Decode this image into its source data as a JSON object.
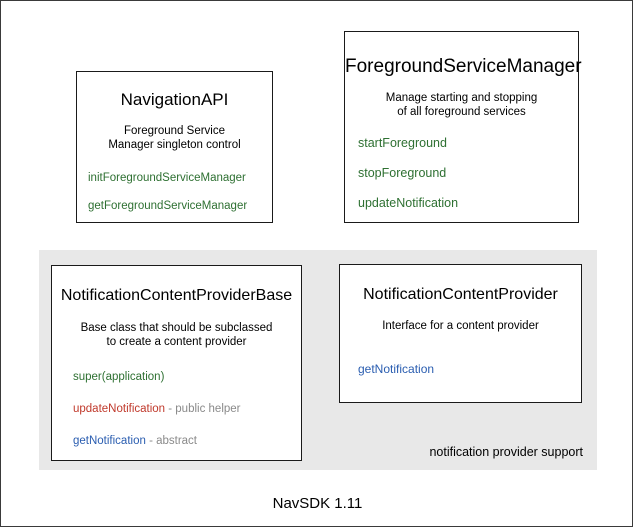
{
  "diagram": {
    "footer_caption": "NavSDK 1.11",
    "colors": {
      "background": "#ffffff",
      "panel_background": "#E8E8E8",
      "box_border": "#1a1a1a",
      "method_green": "#2E7032",
      "method_red": "#C0392B",
      "method_blue": "#2A5DB0",
      "method_note_gray": "#8A8A8A"
    },
    "boxes": {
      "navigation_api": {
        "title": "NavigationAPI",
        "description_line1": "Foreground Service",
        "description_line2": "Manager singleton control",
        "methods": [
          {
            "name": "initForegroundServiceManager",
            "note": ""
          },
          {
            "name": "getForegroundServiceManager",
            "note": ""
          }
        ]
      },
      "foreground_service_manager": {
        "title": "ForegroundServiceManager",
        "description_line1": "Manage starting and stopping",
        "description_line2": "of all foreground services",
        "methods": [
          {
            "name": "startForeground",
            "note": ""
          },
          {
            "name": "stopForeground",
            "note": ""
          },
          {
            "name": "updateNotification",
            "note": ""
          }
        ]
      },
      "notification_content_provider_base": {
        "title": "NotificationContentProviderBase",
        "description_line1": "Base class that should be subclassed",
        "description_line2": "to create a content provider",
        "methods": [
          {
            "name": "super(application)",
            "note": ""
          },
          {
            "name": "updateNotification",
            "note": " - public helper"
          },
          {
            "name": "getNotification",
            "note": " - abstract"
          }
        ]
      },
      "notification_content_provider": {
        "title": "NotificationContentProvider",
        "description_line1": "Interface for a content provider",
        "description_line2": "",
        "methods": [
          {
            "name": "getNotification",
            "note": ""
          }
        ]
      }
    },
    "panel": {
      "label": "notification provider support"
    }
  }
}
